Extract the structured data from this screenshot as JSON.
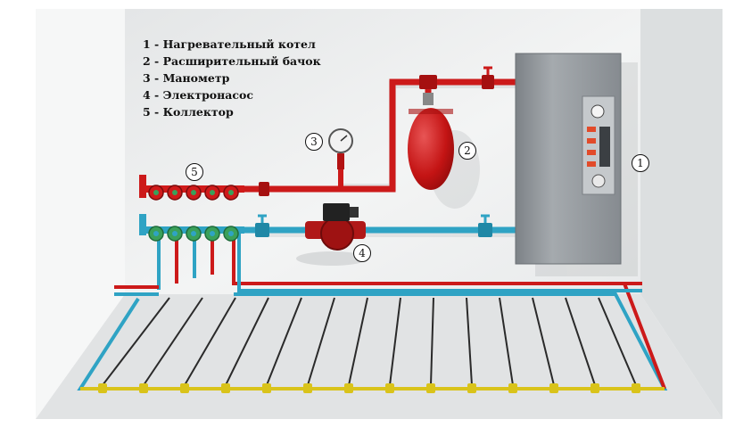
{
  "legend": [
    "1 - Нагревательный котел",
    "2 - Расширительный бачок",
    "3 - Манометр",
    "4 - Электронасос",
    "5 - Коллектор"
  ],
  "callouts": [
    "1",
    "2",
    "3",
    "4",
    "5"
  ],
  "colors": {
    "supply_pipe": "#cc1a1a",
    "return_pipe": "#2fa3c4",
    "floor_coil": "#2a2a2a",
    "boiler": "#8f9499",
    "tank": "#c41414",
    "pump": "#b01818",
    "valve_blue": "#2aa7c9",
    "valve_red": "#d01a1a",
    "manifold_green": "#3aa05a",
    "floor_joint": "#d9c31a"
  },
  "icons": {
    "boiler": "boiler-icon",
    "tank": "expansion-tank-icon",
    "gauge": "pressure-gauge-icon",
    "pump": "circulation-pump-icon",
    "manifold": "manifold-icon"
  }
}
